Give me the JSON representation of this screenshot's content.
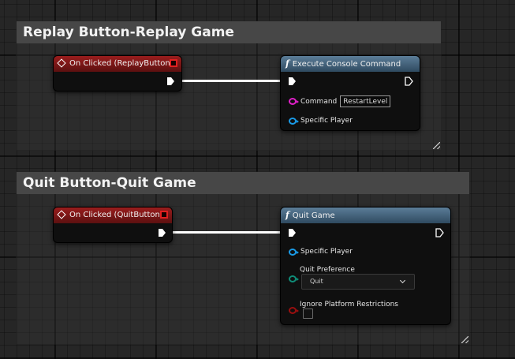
{
  "comments": [
    {
      "title": "Replay Button-Replay Game"
    },
    {
      "title": "Quit Button-Quit Game"
    }
  ],
  "nodes": {
    "on_clicked_replay": {
      "title": "On Clicked (ReplayButton)"
    },
    "execute_console_command": {
      "title": "Execute Console Command",
      "pins": {
        "command_label": "Command",
        "command_value": "RestartLevel",
        "specific_player_label": "Specific Player"
      }
    },
    "on_clicked_quit": {
      "title": "On Clicked (QuitButton)"
    },
    "quit_game": {
      "title": "Quit Game",
      "pins": {
        "specific_player_label": "Specific Player",
        "quit_preference_label": "Quit Preference",
        "quit_preference_value": "Quit",
        "ignore_platform_label": "Ignore Platform Restrictions"
      }
    }
  },
  "colors": {
    "event_header": "#9a1d1d",
    "function_header": "#5b7d98",
    "string_pin": "#e020c8",
    "object_pin": "#1a9ae6",
    "enum_pin": "#0f8c78",
    "bool_pin": "#9a0f0f",
    "exec_wire": "#ffffff"
  }
}
